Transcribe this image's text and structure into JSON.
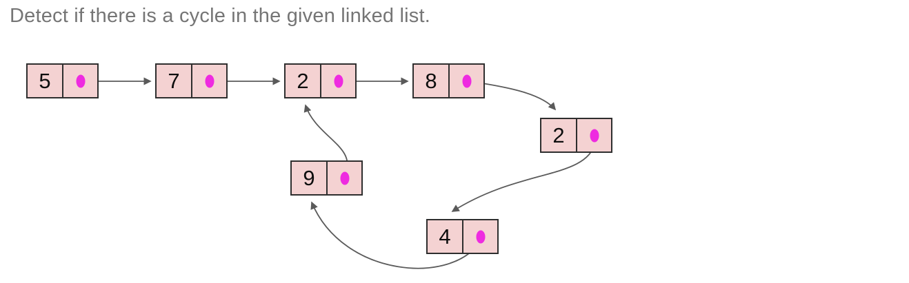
{
  "title": "Detect if there is a cycle in the given linked list.",
  "colors": {
    "node_fill": "#f4d2d2",
    "node_border": "#2e2e2e",
    "pointer_dot": "#ee2be0",
    "arrow": "#5a5a5a",
    "title_text": "#757575",
    "background": "#ffffff"
  },
  "diagram": {
    "type": "singly-linked-list-with-cycle",
    "nodes": [
      {
        "id": "n1",
        "value": "5"
      },
      {
        "id": "n2",
        "value": "7"
      },
      {
        "id": "n3",
        "value": "2"
      },
      {
        "id": "n4",
        "value": "8"
      },
      {
        "id": "n5",
        "value": "2"
      },
      {
        "id": "n6",
        "value": "9"
      },
      {
        "id": "n7",
        "value": "4"
      }
    ],
    "edges": [
      {
        "from": "n1",
        "to": "n2"
      },
      {
        "from": "n2",
        "to": "n3"
      },
      {
        "from": "n3",
        "to": "n4"
      },
      {
        "from": "n4",
        "to": "n5"
      },
      {
        "from": "n5",
        "to": "n7"
      },
      {
        "from": "n7",
        "to": "n6"
      },
      {
        "from": "n6",
        "to": "n3"
      }
    ],
    "has_cycle": true
  }
}
